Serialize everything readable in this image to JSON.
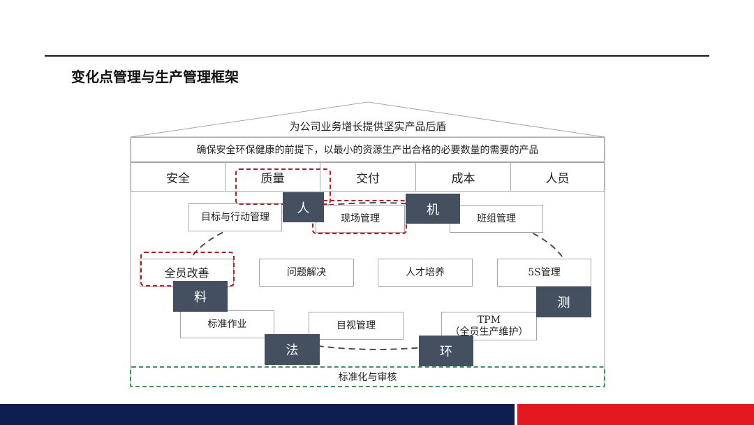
{
  "page_title": "变化点管理与生产管理框架",
  "roof_text": "为公司业务增长提供坚实产品后盾",
  "mission_text": "确保安全环保健康的前提下，以最小的资源生产出合格的必要数量的需要的产品",
  "pillars": [
    "安全",
    "质量",
    "交付",
    "成本",
    "人员"
  ],
  "practices": {
    "goal_mgmt": "目标与行动管理",
    "site_mgmt": "现场管理",
    "team_mgmt": "班组管理",
    "all_improve": "全员改善",
    "problem_solving": "问题解决",
    "talent": "人才培养",
    "five_s": "5S管理",
    "std_work": "标准作业",
    "visual_mgmt": "目视管理",
    "tpm_line1": "TPM",
    "tpm_line2": "（全员生产维护）"
  },
  "factors": {
    "man": "人",
    "machine": "机",
    "material": "料",
    "measure": "测",
    "method": "法",
    "environment": "环"
  },
  "bottom_band": "标准化与审核",
  "colors": {
    "factor_box": "#44505f",
    "highlight_red": "#c0171c",
    "band_green": "#2e9e55",
    "footer_navy": "#0d1f4f",
    "footer_red": "#e3191f"
  }
}
